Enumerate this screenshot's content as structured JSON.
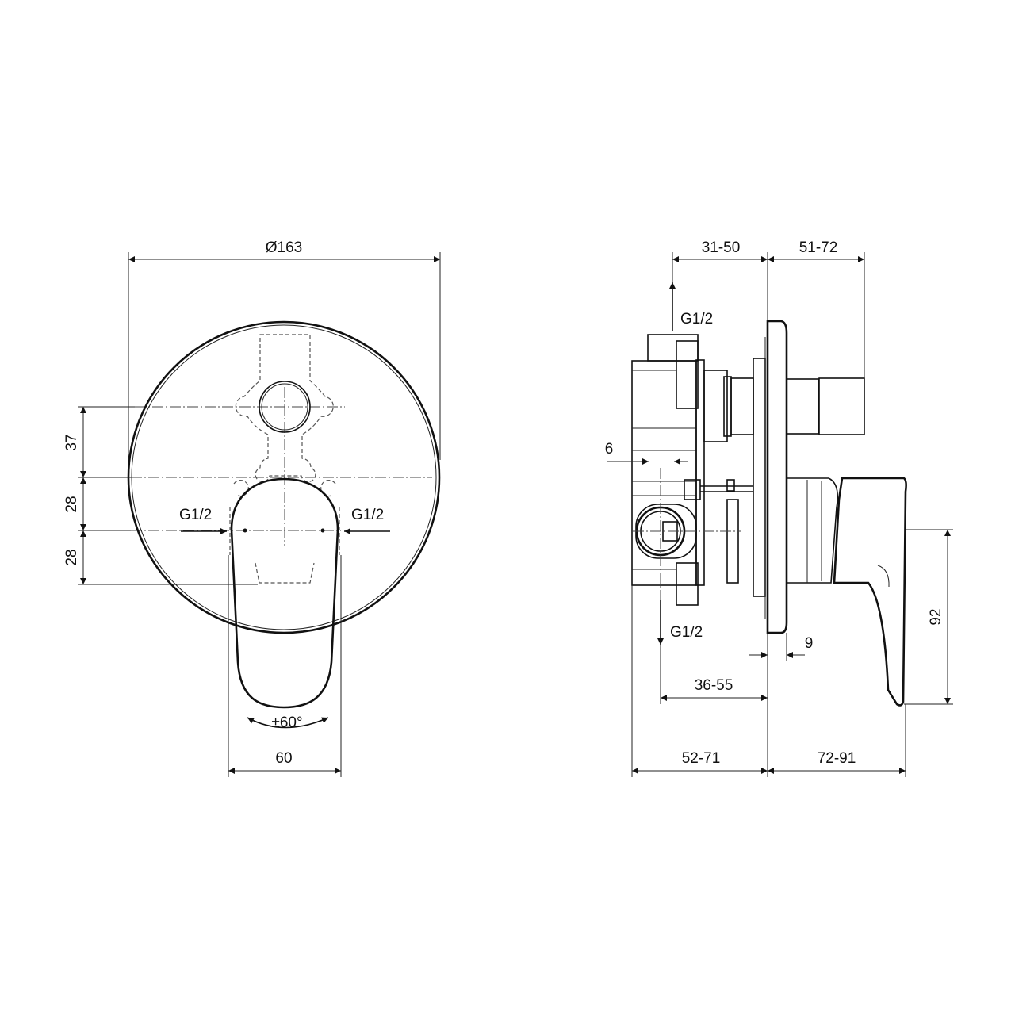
{
  "front_view": {
    "diameter_label": "Ø163",
    "dim_37": "37",
    "dim_28_upper": "28",
    "dim_28_lower": "28",
    "inlet_left": "G1/2",
    "inlet_right": "G1/2",
    "rotation_label": "±60°",
    "handle_width": "60"
  },
  "side_view": {
    "dim_31_50": "31-50",
    "dim_51_72": "51-72",
    "outlet_top": "G1/2",
    "outlet_bottom": "G1/2",
    "dim_6": "6",
    "dim_9": "9",
    "dim_36_55": "36-55",
    "dim_52_71": "52-71",
    "dim_72_91": "72-91",
    "dim_92": "92"
  }
}
